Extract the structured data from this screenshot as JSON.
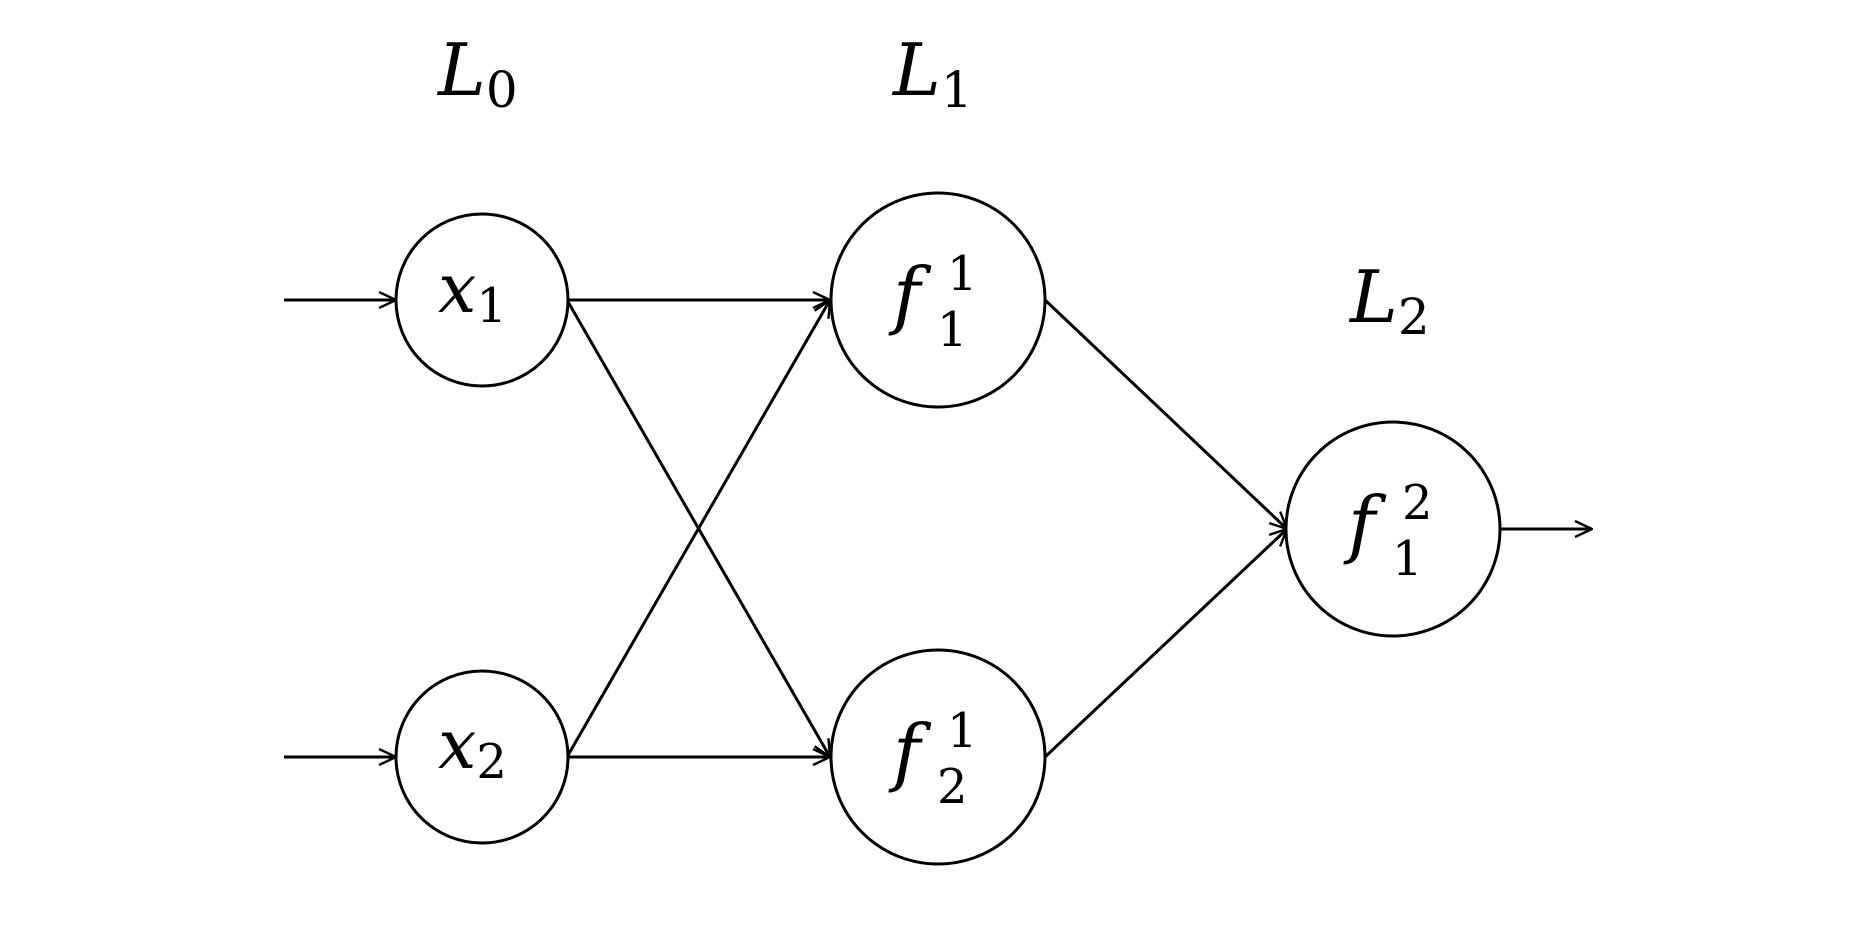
{
  "layers": [
    {
      "id": "L0",
      "base": "L",
      "sub": "0"
    },
    {
      "id": "L1",
      "base": "L",
      "sub": "1"
    },
    {
      "id": "L2",
      "base": "L",
      "sub": "2"
    }
  ],
  "nodes": [
    {
      "id": "x1",
      "base": "x",
      "sub": "1",
      "sup": ""
    },
    {
      "id": "x2",
      "base": "x",
      "sub": "2",
      "sup": ""
    },
    {
      "id": "f11",
      "base": "f",
      "sub": "1",
      "sup": "1"
    },
    {
      "id": "f21",
      "base": "f",
      "sub": "2",
      "sup": "1"
    },
    {
      "id": "f12",
      "base": "f",
      "sub": "1",
      "sup": "2"
    }
  ],
  "edges": [
    {
      "from": "input",
      "to": "x1"
    },
    {
      "from": "input",
      "to": "x2"
    },
    {
      "from": "x1",
      "to": "f11"
    },
    {
      "from": "x1",
      "to": "f21"
    },
    {
      "from": "x2",
      "to": "f11"
    },
    {
      "from": "x2",
      "to": "f21"
    },
    {
      "from": "f11",
      "to": "f12"
    },
    {
      "from": "f21",
      "to": "f12"
    },
    {
      "from": "f12",
      "to": "output"
    }
  ]
}
